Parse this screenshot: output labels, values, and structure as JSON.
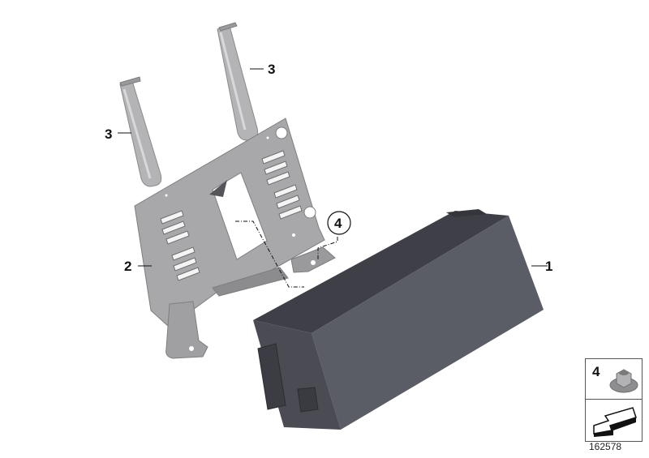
{
  "diagram": {
    "type": "exploded-parts-view",
    "background": "#ffffff",
    "colors": {
      "bracket": "#a8a8aa",
      "bracket_shade": "#8c8c8e",
      "rod": "#b4b4b6",
      "module_top": "#3f4047",
      "module_front": "#5a5c66",
      "module_side": "#4a4b53",
      "callout_text": "#111111"
    },
    "callouts": [
      {
        "number": "1",
        "part": "control-module"
      },
      {
        "number": "2",
        "part": "mounting-bracket"
      },
      {
        "number": "3",
        "part": "support-rod-right"
      },
      {
        "number": "3",
        "part": "support-rod-left"
      },
      {
        "number": "4",
        "part": "hex-flange-nut",
        "circled": true
      }
    ],
    "legend": {
      "part_number": "4",
      "part": "hex-flange-nut",
      "direction_icon": "arrow-down-left"
    },
    "diagram_id": "162578"
  }
}
